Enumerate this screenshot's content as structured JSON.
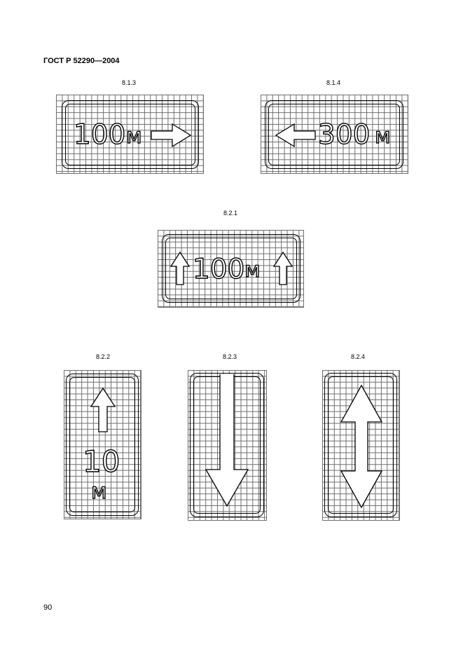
{
  "header": {
    "title": "ГОСТ Р 52290—2004"
  },
  "signs": {
    "s813": {
      "code": "8.1.3",
      "number": "100",
      "unit": "м"
    },
    "s814": {
      "code": "8.1.4",
      "number": "300",
      "unit": "м"
    },
    "s821": {
      "code": "8.2.1",
      "number": "100",
      "unit": "м"
    },
    "s822": {
      "code": "8.2.2",
      "number": "10",
      "unit": "м"
    },
    "s823": {
      "code": "8.2.3"
    },
    "s824": {
      "code": "8.2.4"
    }
  },
  "footer": {
    "page_number": "90"
  }
}
